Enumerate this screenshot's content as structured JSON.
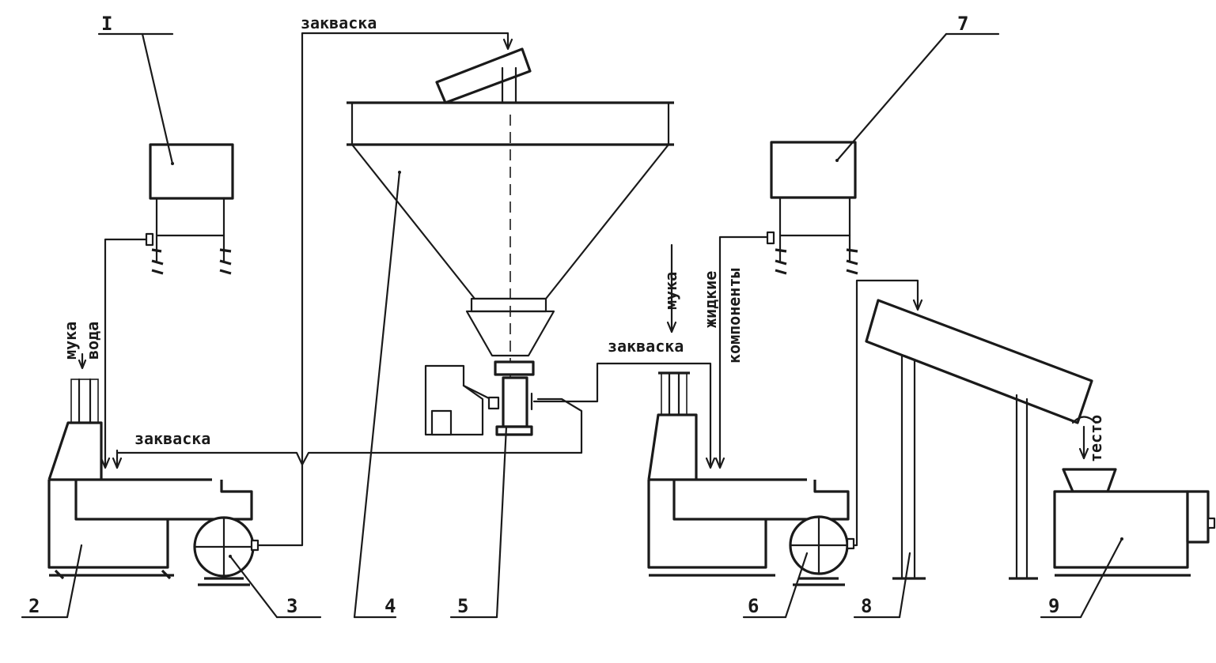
{
  "labels": {
    "zakvaska_top": "закваска",
    "zakvaska_left": "закваска",
    "zakvaska_right": "закваска",
    "muka_left": "мука",
    "voda_left": "вода",
    "muka_right": "мука",
    "zhidkie": "жидкие",
    "komponenty": "компоненты",
    "testo": "тесто"
  },
  "numbers": {
    "n1": "I",
    "n2": "2",
    "n3": "3",
    "n4": "4",
    "n5": "5",
    "n6": "6",
    "n7": "7",
    "n8": "8",
    "n9": "9"
  }
}
